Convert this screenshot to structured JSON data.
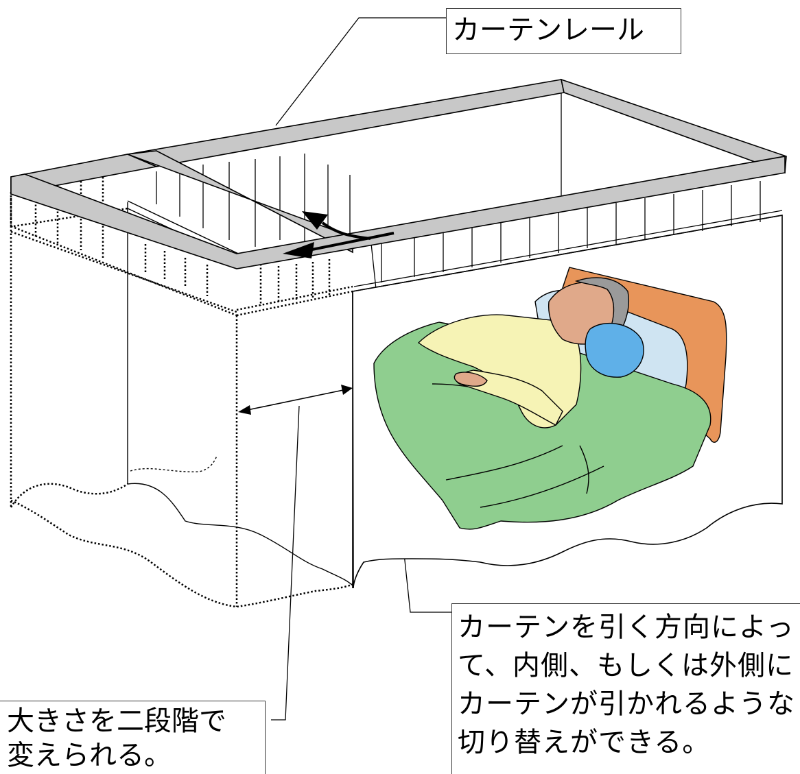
{
  "labels": {
    "rail": "カーテンレール",
    "direction": "カーテンを引く方向によって、内側、もしくは外側にカーテンが引かれるような切り替えができる。",
    "direction_lines": "カーテンを引く方向によっ\nて、内側、もしくは外側に\nカーテンが引かれるような\n切り替えができる。",
    "size_lines": "大きさを二段階で\n変えられる。"
  },
  "colors": {
    "rail": "#c8c8c8",
    "blanket": "#8fce8f",
    "headboard": "#e8955a",
    "pillow": "#cfe4f2",
    "ice_pack": "#5fb0e8",
    "skin": "#e0a98a",
    "hair": "#9a9a9a",
    "pajama": "#f6f3b5"
  }
}
